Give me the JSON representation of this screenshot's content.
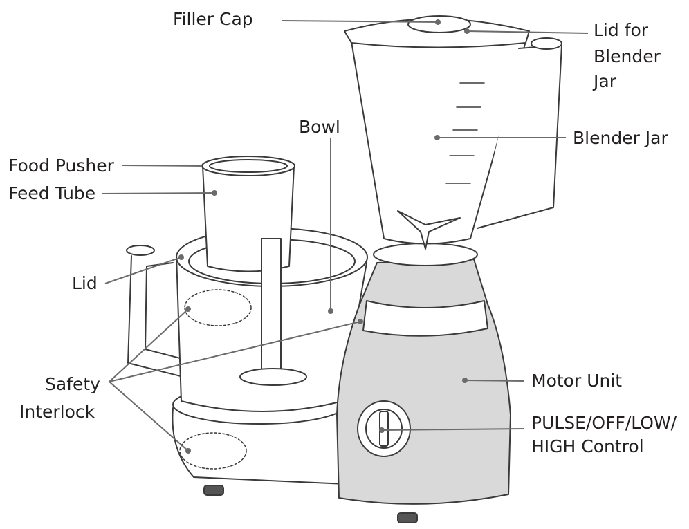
{
  "labels": {
    "filler_cap": "Filler Cap",
    "lid_blender_jar_line1": "Lid for",
    "lid_blender_jar_line2": "Blender",
    "lid_blender_jar_line3": "Jar",
    "bowl": "Bowl",
    "blender_jar": "Blender Jar",
    "food_pusher": "Food Pusher",
    "feed_tube": "Feed Tube",
    "lid": "Lid",
    "safety_interlock_line1": "Safety",
    "safety_interlock_line2": "Interlock",
    "motor_unit": "Motor Unit",
    "control_line1": "PULSE/OFF/LOW/",
    "control_line2": "HIGH Control"
  },
  "colors": {
    "outline": "#3a3a3a",
    "motor_fill": "#d9d9d9",
    "leader": "#6b6b6b"
  }
}
